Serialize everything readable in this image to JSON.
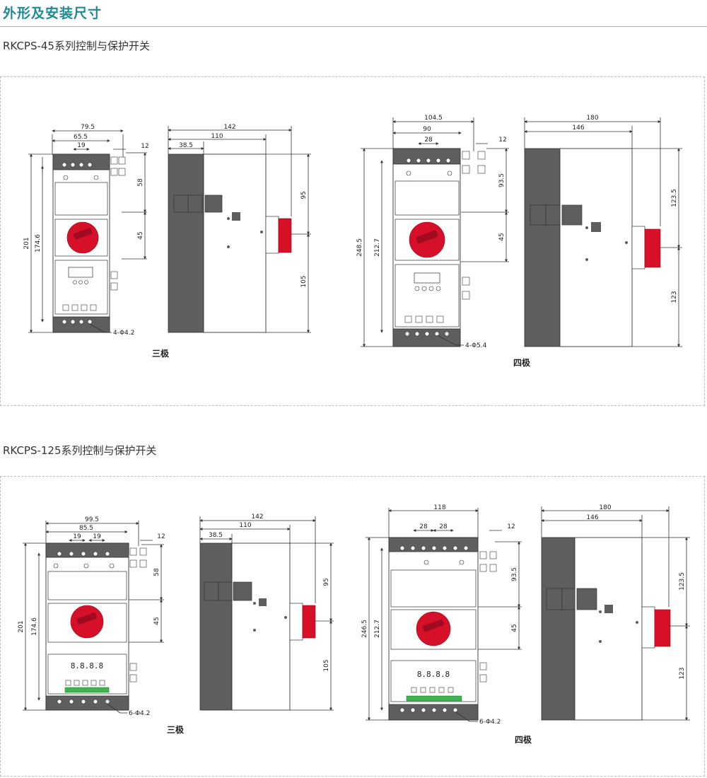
{
  "page": {
    "heading": "外形及安装尺寸"
  },
  "sections": [
    {
      "title": "RKCPS-45系列控制与保护开关",
      "three_pole": {
        "caption": "三极",
        "front_dims": {
          "w_total": "79.5",
          "w_mid": "65.5",
          "pitch": "19",
          "side": "12",
          "h_total": "201",
          "h_inner": "174.6",
          "top_h": "58",
          "knob_h": "45",
          "holes": "4-Φ4.2"
        },
        "side_dims": {
          "depth_total": "142",
          "depth_mid": "110",
          "depth_rail": "38.5",
          "h_upper": "95",
          "h_lower": "105"
        }
      },
      "four_pole": {
        "caption": "四极",
        "front_dims": {
          "w_total": "104.5",
          "w_mid": "90",
          "pitch": "28",
          "side": "12",
          "h_total": "248.5",
          "h_inner": "212.7",
          "top_h": "93.5",
          "knob_h": "45",
          "holes": "4-Φ5.4"
        },
        "side_dims": {
          "depth_total": "180",
          "depth_mid": "146",
          "h_upper": "123.5",
          "h_lower": "123"
        }
      }
    },
    {
      "title": "RKCPS-125系列控制与保护开关",
      "three_pole": {
        "caption": "三极",
        "front_dims": {
          "w_total": "99.5",
          "w_mid": "85.5",
          "pitch_a": "19",
          "pitch_b": "19",
          "side": "12",
          "h_total": "201",
          "h_inner": "174.6",
          "top_h": "58",
          "knob_h": "45",
          "holes": "6-Φ4.2"
        },
        "side_dims": {
          "depth_total": "142",
          "depth_mid": "110",
          "depth_rail": "38.5",
          "h_upper": "95",
          "h_lower": "105"
        }
      },
      "four_pole": {
        "caption": "四极",
        "front_dims": {
          "w_total": "118",
          "pitch_a": "28",
          "pitch_b": "28",
          "side": "12",
          "h_total": "246.5",
          "h_inner": "212.7",
          "top_h": "93.5",
          "knob_h": "45",
          "holes": "6-Φ4.2"
        },
        "side_dims": {
          "depth_total": "180",
          "depth_mid": "146",
          "h_upper": "123.5",
          "h_lower": "123"
        }
      }
    }
  ],
  "display_digits": "8.8.8.8",
  "colors": {
    "heading": "#1f8a93",
    "knob": "#d7102a",
    "housing": "#5e5e5e"
  }
}
